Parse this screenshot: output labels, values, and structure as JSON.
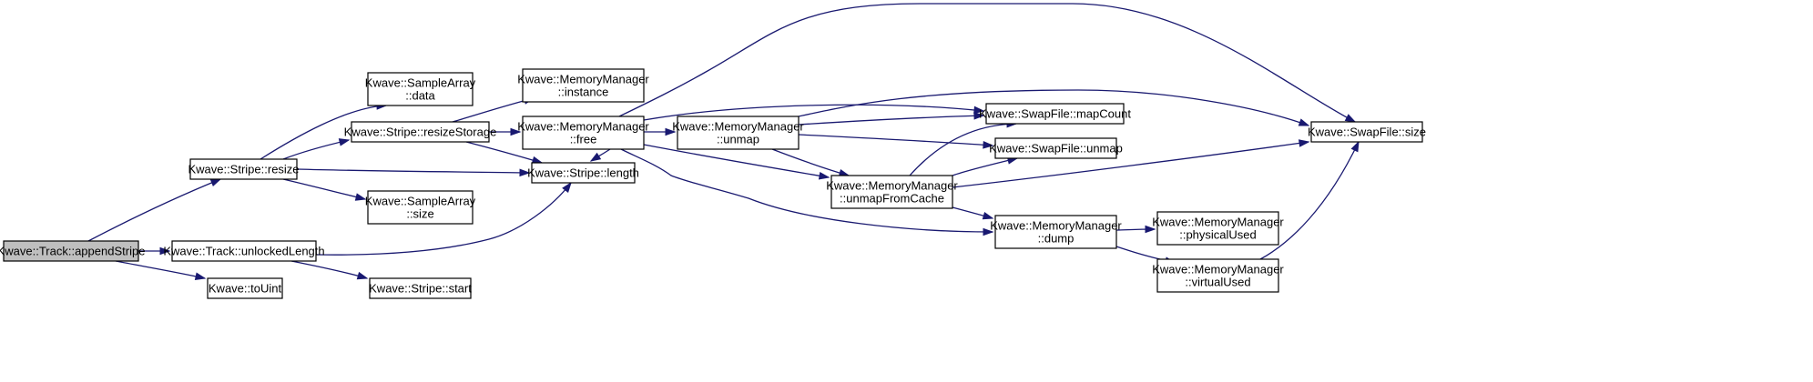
{
  "diagram": {
    "type": "call-graph",
    "root": "appendStripe",
    "nodes": [
      {
        "id": "appendStripe",
        "lines": [
          "Kwave::Track::appendStripe"
        ]
      },
      {
        "id": "resize",
        "lines": [
          "Kwave::Stripe::resize"
        ]
      },
      {
        "id": "unlockedLength",
        "lines": [
          "Kwave::Track::unlockedLength"
        ]
      },
      {
        "id": "toUint",
        "lines": [
          "Kwave::toUint"
        ]
      },
      {
        "id": "saData",
        "lines": [
          "Kwave::SampleArray",
          "::data"
        ]
      },
      {
        "id": "resizeStorage",
        "lines": [
          "Kwave::Stripe::resizeStorage"
        ]
      },
      {
        "id": "length",
        "lines": [
          "Kwave::Stripe::length"
        ]
      },
      {
        "id": "saSize",
        "lines": [
          "Kwave::SampleArray",
          "::size"
        ]
      },
      {
        "id": "start",
        "lines": [
          "Kwave::Stripe::start"
        ]
      },
      {
        "id": "instance",
        "lines": [
          "Kwave::MemoryManager",
          "::instance"
        ]
      },
      {
        "id": "free",
        "lines": [
          "Kwave::MemoryManager",
          "::free"
        ]
      },
      {
        "id": "unmap",
        "lines": [
          "Kwave::MemoryManager",
          "::unmap"
        ]
      },
      {
        "id": "unmapFromCache",
        "lines": [
          "Kwave::MemoryManager",
          "::unmapFromCache"
        ]
      },
      {
        "id": "mapCount",
        "lines": [
          "Kwave::SwapFile::mapCount"
        ]
      },
      {
        "id": "sfUnmap",
        "lines": [
          "Kwave::SwapFile::unmap"
        ]
      },
      {
        "id": "dump",
        "lines": [
          "Kwave::MemoryManager",
          "::dump"
        ]
      },
      {
        "id": "physicalUsed",
        "lines": [
          "Kwave::MemoryManager",
          "::physicalUsed"
        ]
      },
      {
        "id": "virtualUsed",
        "lines": [
          "Kwave::MemoryManager",
          "::virtualUsed"
        ]
      },
      {
        "id": "sfSize",
        "lines": [
          "Kwave::SwapFile::size"
        ]
      }
    ],
    "edges": [
      {
        "from": "appendStripe",
        "to": "resize"
      },
      {
        "from": "appendStripe",
        "to": "unlockedLength"
      },
      {
        "from": "appendStripe",
        "to": "toUint"
      },
      {
        "from": "resize",
        "to": "saData"
      },
      {
        "from": "resize",
        "to": "resizeStorage"
      },
      {
        "from": "resize",
        "to": "length"
      },
      {
        "from": "resize",
        "to": "saSize"
      },
      {
        "from": "unlockedLength",
        "to": "length"
      },
      {
        "from": "unlockedLength",
        "to": "start"
      },
      {
        "from": "resizeStorage",
        "to": "instance"
      },
      {
        "from": "resizeStorage",
        "to": "free"
      },
      {
        "from": "resizeStorage",
        "to": "length"
      },
      {
        "from": "free",
        "to": "length"
      },
      {
        "from": "free",
        "to": "unmap"
      },
      {
        "from": "free",
        "to": "mapCount"
      },
      {
        "from": "free",
        "to": "sfSize"
      },
      {
        "from": "free",
        "to": "unmapFromCache"
      },
      {
        "from": "free",
        "to": "dump"
      },
      {
        "from": "unmap",
        "to": "mapCount"
      },
      {
        "from": "unmap",
        "to": "sfSize"
      },
      {
        "from": "unmap",
        "to": "sfUnmap"
      },
      {
        "from": "unmap",
        "to": "unmapFromCache"
      },
      {
        "from": "unmapFromCache",
        "to": "mapCount"
      },
      {
        "from": "unmapFromCache",
        "to": "sfUnmap"
      },
      {
        "from": "unmapFromCache",
        "to": "sfSize"
      },
      {
        "from": "unmapFromCache",
        "to": "dump"
      },
      {
        "from": "dump",
        "to": "physicalUsed"
      },
      {
        "from": "dump",
        "to": "virtualUsed"
      },
      {
        "from": "virtualUsed",
        "to": "sfSize"
      }
    ],
    "colors": {
      "edge": "#191970",
      "node_border": "#000000",
      "node_fill": "#ffffff",
      "root_fill": "#bfbfbf"
    }
  }
}
